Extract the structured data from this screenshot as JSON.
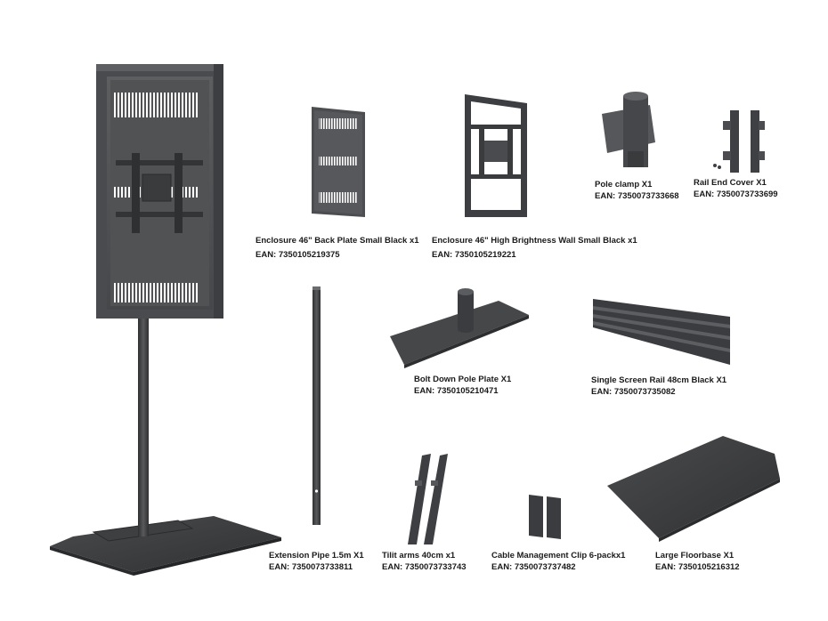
{
  "colors": {
    "metal_dark": "#3b3c3e",
    "metal_mid": "#555759",
    "metal_light": "#6e7073",
    "background": "#ffffff",
    "text": "#1a1a1a"
  },
  "products": [
    {
      "name": "Enclosure 46\" Back Plate Small Black x1",
      "ean": "EAN: 7350105219375"
    },
    {
      "name": "Enclosure 46\" High Brightness Wall Small Black x1",
      "ean": "EAN: 7350105219221"
    },
    {
      "name": "Pole clamp X1",
      "ean": "EAN: 7350073733668"
    },
    {
      "name": "Rail End Cover X1",
      "ean": "EAN: 7350073733699"
    },
    {
      "name": "Bolt Down Pole Plate X1",
      "ean": "EAN: 7350105210471"
    },
    {
      "name": "Single Screen Rail 48cm Black X1",
      "ean": "EAN: 7350073735082"
    },
    {
      "name": "Extension Pipe 1.5m  X1",
      "ean": "EAN: 7350073733811"
    },
    {
      "name": "Tilit arms 40cm x1",
      "ean": "EAN: 7350073733743"
    },
    {
      "name": "Cable Management Clip 6-packx1",
      "ean": "EAN: 7350073737482"
    },
    {
      "name": "Large Floorbase X1",
      "ean": "EAN: 7350105216312"
    }
  ]
}
